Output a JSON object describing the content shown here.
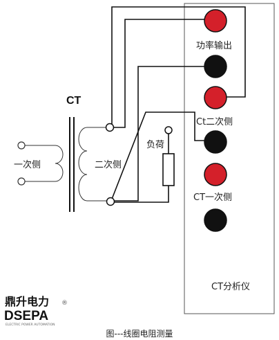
{
  "labels": {
    "ct": "CT",
    "primary_side": "一次侧",
    "secondary_side": "二次侧",
    "load": "负荷",
    "power_output": "功率输出",
    "ct_secondary": "Ct二次侧",
    "ct_primary": "CT一次侧",
    "analyzer": "CT分析仪",
    "caption": "图---线圈电阻测量"
  },
  "logo": {
    "name_cn": "鼎升电力",
    "name_en": "DSEPA",
    "tagline": "ELECTRIC POWER AUTOMATION",
    "mark": "®"
  },
  "terminals": [
    {
      "id": "power-out-1",
      "color": "#d4202a"
    },
    {
      "id": "power-out-2",
      "color": "#111111"
    },
    {
      "id": "ct-secondary-1",
      "color": "#d4202a"
    },
    {
      "id": "ct-secondary-2",
      "color": "#111111"
    },
    {
      "id": "ct-primary-1",
      "color": "#d4202a"
    },
    {
      "id": "ct-primary-2",
      "color": "#111111"
    }
  ]
}
